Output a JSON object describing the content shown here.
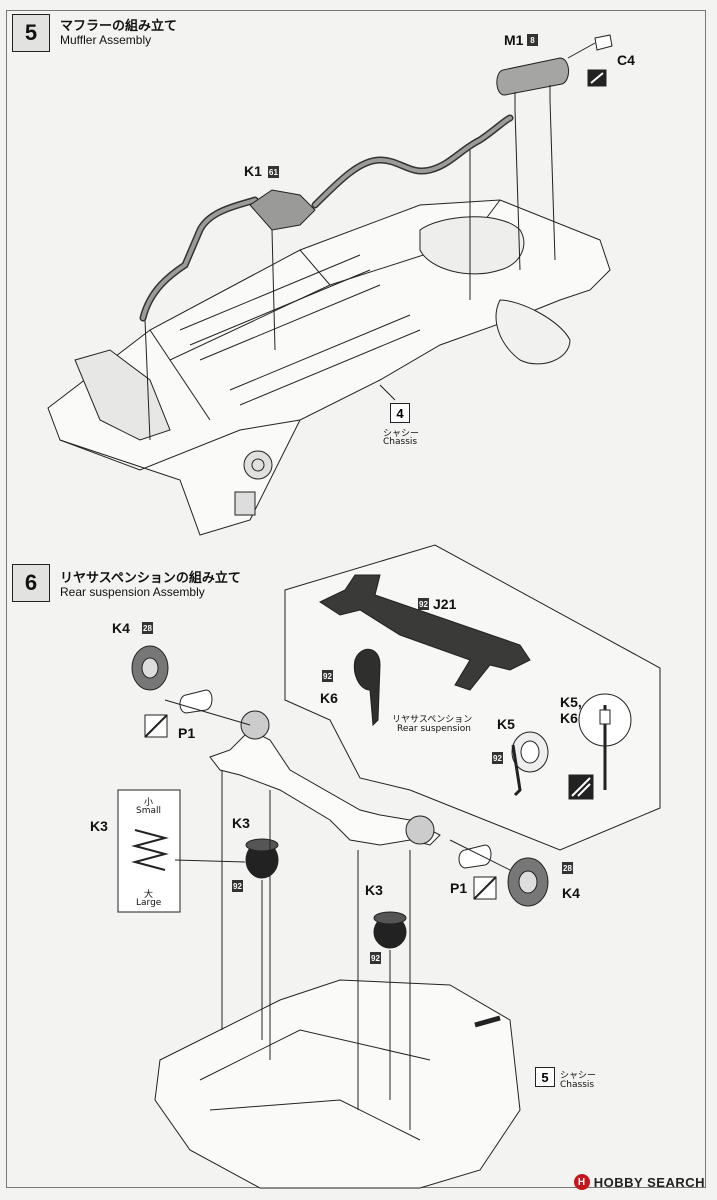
{
  "step5": {
    "number": "5",
    "title_jp": "マフラーの組み立て",
    "title_en": "Muffler Assembly",
    "labels": {
      "m1": "M1",
      "m1_num": "8",
      "c4": "C4",
      "k1": "K1",
      "k1_num": "61",
      "chassis_ref": "4",
      "chassis_jp": "シャシー",
      "chassis_en": "Chassis"
    }
  },
  "step6": {
    "number": "6",
    "title_jp": "リヤサスペンションの組み立て",
    "title_en": "Rear suspension Assembly",
    "labels": {
      "k4_top": "K4",
      "k4_top_num": "28",
      "p1_top": "P1",
      "j21_num": "92",
      "j21": "J21",
      "k6_num": "92",
      "k6": "K6",
      "rear_susp_jp": "リヤサスペンション",
      "rear_susp_en": "Rear suspension",
      "k5": "K5",
      "k5_num": "92",
      "k5k6_a": "K5,",
      "k5k6_b": "K6",
      "k3_left": "K3",
      "k3_small_jp": "小",
      "k3_small_en": "Small",
      "k3_large_jp": "大",
      "k3_large_en": "Large",
      "k3_mid": "K3",
      "k3_mid_num": "92",
      "k3_right": "K3",
      "k3_right_num": "92",
      "p1_right": "P1",
      "k4_right": "K4",
      "k4_right_num": "28",
      "chassis_ref": "5",
      "chassis_jp": "シャシー",
      "chassis_en": "Chassis"
    }
  },
  "watermark": {
    "text": "HOBBY SEARCH",
    "logo_letter": "H"
  }
}
